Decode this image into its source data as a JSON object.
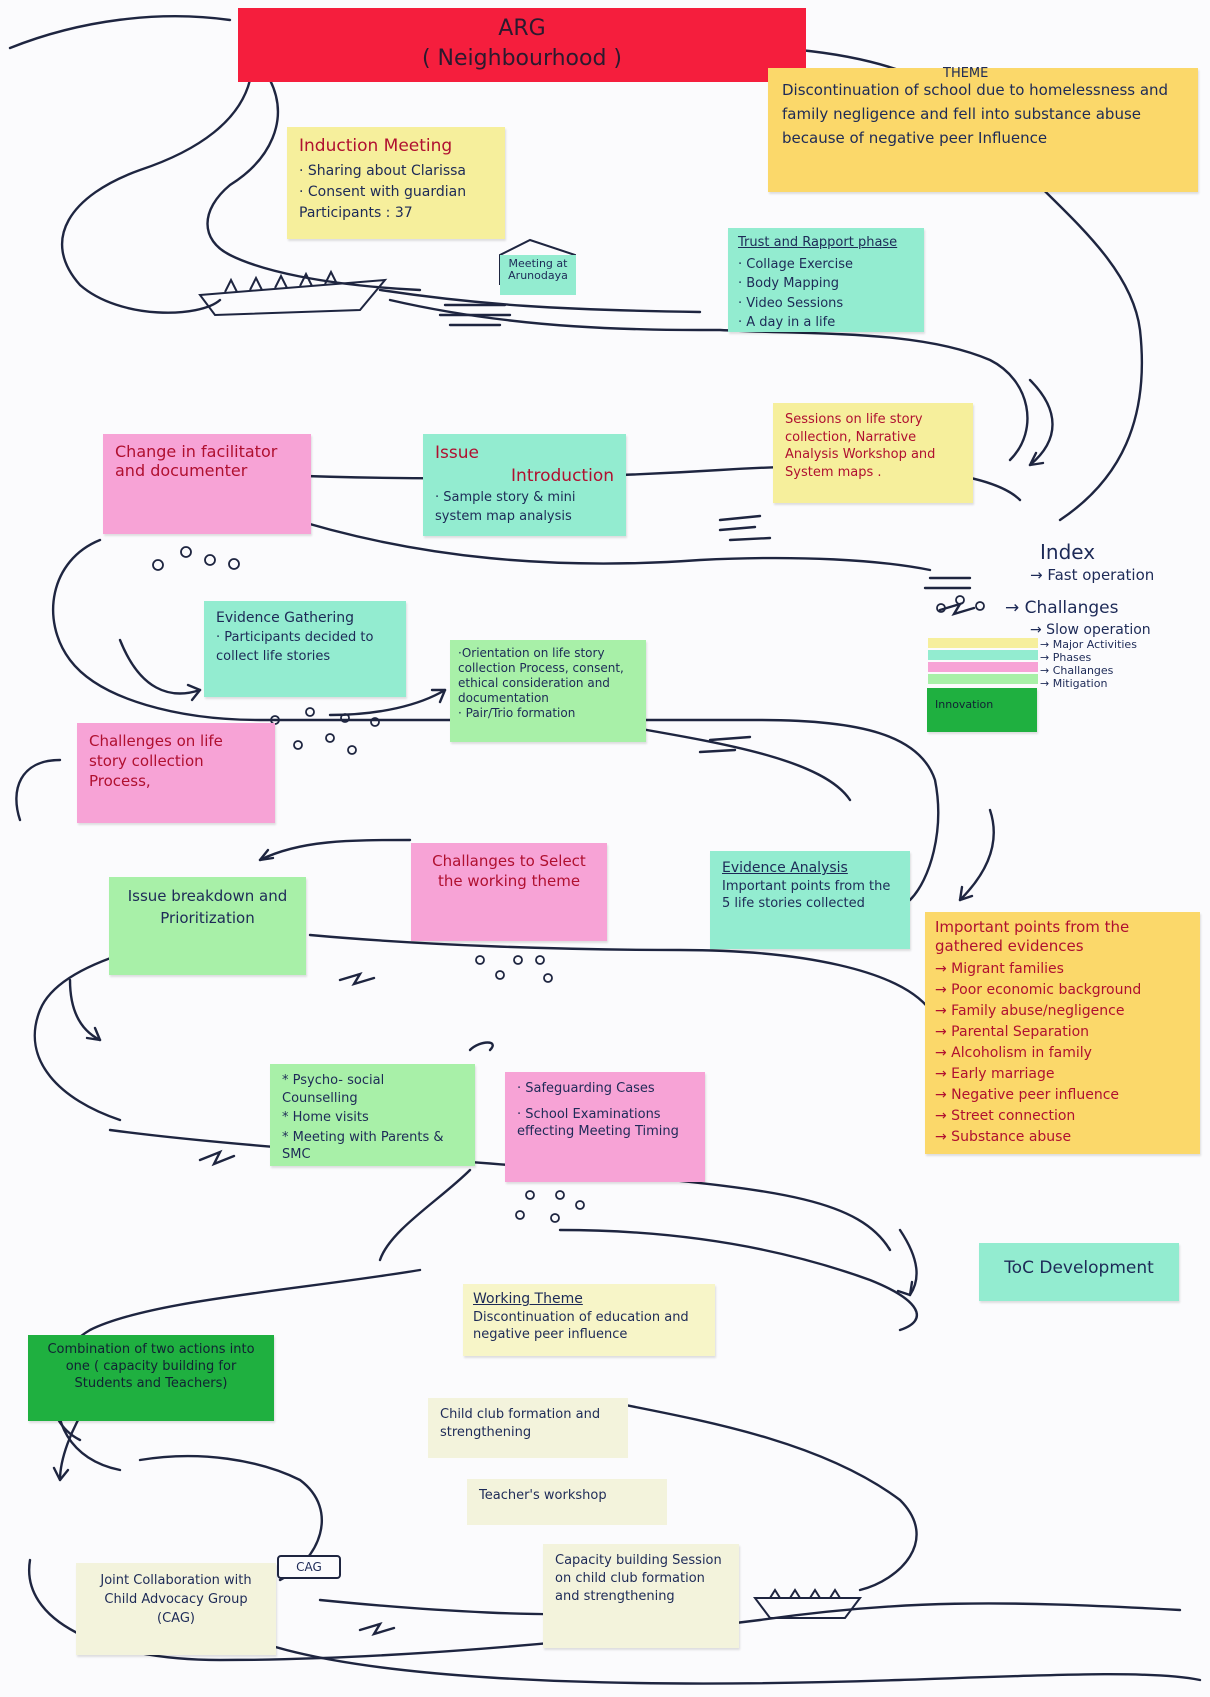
{
  "title": {
    "line1": "ARG",
    "line2": "( Neighbourhood )"
  },
  "theme": {
    "heading": "THEME",
    "text": "Discontinuation of school due to homelessness and family negligence and fell into substance abuse because of negative peer Influence"
  },
  "induction": {
    "heading": "Induction Meeting",
    "items": [
      "· Sharing about Clarissa",
      "· Consent with guardian"
    ],
    "participants": "Participants : 37"
  },
  "meeting": {
    "text": "Meeting at Arunodaya"
  },
  "trust": {
    "heading": "Trust and Rapport phase",
    "items": [
      "· Collage Exercise",
      "· Body Mapping",
      "· Video Sessions",
      "· A day in a life"
    ]
  },
  "sessions": {
    "text": "Sessions on life story collection, Narrative Analysis Workshop and System maps ."
  },
  "change": {
    "text": "Change in facilitator and documenter"
  },
  "issue_intro": {
    "heading1": "Issue",
    "heading2": "Introduction",
    "text": "· Sample story & mini system map analysis"
  },
  "index": {
    "heading": "Index",
    "fast": "→ Fast operation",
    "challenges": "→ Challanges",
    "slow": "→ Slow operation",
    "major": "→ Major Activities",
    "phases": "→ Phases",
    "challenges2": "→ Challanges",
    "mitigation": "→ Mitigation",
    "innovation": "Innovation"
  },
  "evidence_gathering": {
    "heading": "Evidence Gathering",
    "text": "· Participants decided to collect life stories"
  },
  "orientation": {
    "text": "·Orientation on life story collection Process, consent, ethical consideration and documentation",
    "item2": "· Pair/Trio formation"
  },
  "challenges_life": {
    "text": "Challenges on life story collection Process,"
  },
  "challenges_select": {
    "text": "Challanges to Select the working theme"
  },
  "evidence_analysis": {
    "heading": "Evidence Analysis",
    "text": "Important points from the 5 life stories collected"
  },
  "issue_breakdown": {
    "text": "Issue breakdown and Prioritization"
  },
  "important_points": {
    "heading": "Important points from the gathered evidences",
    "items": [
      "→ Migrant families",
      "→ Poor economic background",
      "→ Family abuse/negligence",
      "→ Parental Separation",
      "→ Alcoholism in family",
      "→ Early marriage",
      "→ Negative peer influence",
      "→ Street connection",
      "→ Substance abuse"
    ]
  },
  "psycho": {
    "items": [
      "* Psycho- social Counselling",
      "* Home visits",
      "* Meeting with Parents & SMC"
    ]
  },
  "safeguarding": {
    "heading": "· Safeguarding Cases",
    "text": "· School Examinations effecting Meeting Timing"
  },
  "toc": {
    "text": "ToC Development"
  },
  "working_theme": {
    "heading": "Working Theme",
    "text": "Discontinuation of education and negative peer influence"
  },
  "combination": {
    "text": "Combination of two actions into one ( capacity building for Students and Teachers)"
  },
  "child_club": {
    "text": "Child club formation and strengthening"
  },
  "teachers": {
    "text": "Teacher's workshop"
  },
  "cag_label": {
    "text": "CAG"
  },
  "joint": {
    "text": "Joint Collaboration with Child Advocacy Group (CAG)"
  },
  "capacity": {
    "text": "Capacity building Session on child club formation and strengthening"
  },
  "colors": {
    "yellow": "#f6ef9c",
    "green": "#a8f0a8",
    "mint": "#93ecd0",
    "pink": "#f7a3d6",
    "red": "#f51e3d",
    "dark_green": "#1fb040",
    "ink": "#1d2a57"
  }
}
